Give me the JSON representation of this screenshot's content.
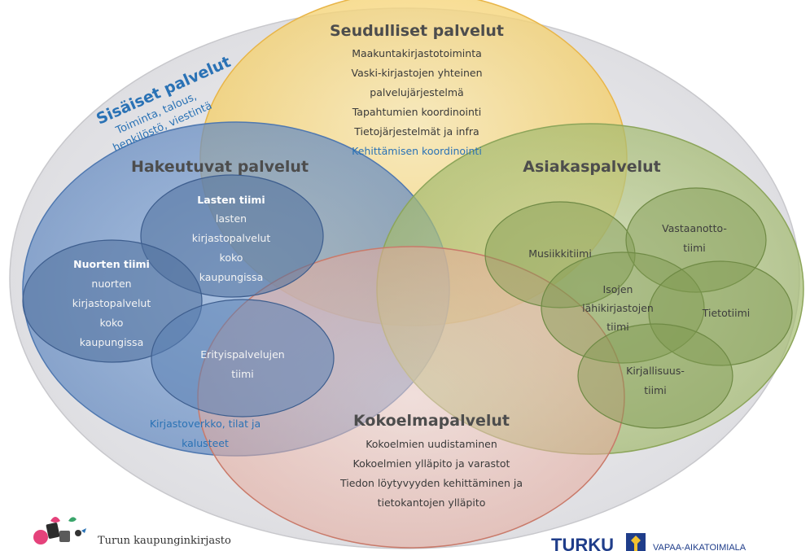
{
  "inner": {
    "title": "Sisäiset palvelut",
    "sub1": "Toiminta, talous,",
    "sub2": "henkilöstö, viestintä"
  },
  "seudulliset": {
    "title": "Seudulliset palvelut",
    "lines": [
      "Maakuntakirjastotoiminta",
      "Vaski-kirjastojen yhteinen",
      "palvelujärjestelmä",
      "Tapahtumien koordinointi",
      "Tietojärjestelmät ja infra"
    ],
    "blue_line": "Kehittämisen koordinointi"
  },
  "hakeutuvat": {
    "title": "Hakeutuvat palvelut",
    "lasten": {
      "title": "Lasten tiimi",
      "lines": [
        "lasten",
        "kirjastopalvelut",
        "koko",
        "kaupungissa"
      ]
    },
    "nuorten": {
      "title": "Nuorten tiimi",
      "lines": [
        "nuorten",
        "kirjastopalvelut",
        "koko",
        "kaupungissa"
      ]
    },
    "erityis": {
      "lines": [
        "Erityispalvelujen",
        "tiimi"
      ]
    },
    "footer": [
      "Kirjastoverkko, tilat ja",
      "kalusteet"
    ]
  },
  "asiakas": {
    "title": "Asiakaspalvelut",
    "musiikki": "Musiikkitiimi",
    "vastaanotto": [
      "Vastaanotto-",
      "tiimi"
    ],
    "isojen": [
      "Isojen",
      "lähikirjastojen",
      "tiimi"
    ],
    "tieto": "Tietotiimi",
    "kirjallisuus": [
      "Kirjallisuus-",
      "tiimi"
    ]
  },
  "kokoelma": {
    "title": "Kokoelmapalvelut",
    "lines": [
      "Kokoelmien uudistaminen",
      "Kokoelmien ylläpito ja varastot",
      "Tiedon löytyvyyden kehittäminen ja",
      "tietokantojen ylläpito"
    ]
  },
  "logos": {
    "library": "Turun kaupunginkirjasto",
    "city": "TURKU",
    "dept": "VAPAA-AIKATOIMIALA"
  },
  "colors": {
    "outer": "#e9e9ec",
    "yellow": "#f6d67a",
    "blue": "#6a90c4",
    "green": "#a9c079",
    "pink": "#e9b4a8",
    "accent_blue": "#2a72b5"
  }
}
